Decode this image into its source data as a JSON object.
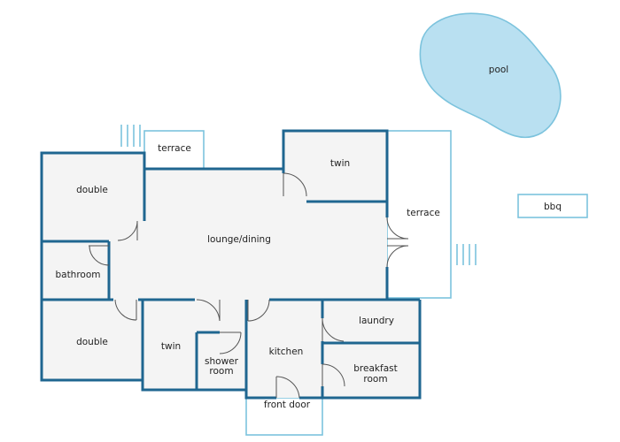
{
  "rooms": {
    "pool": "pool",
    "terrace_top": "terrace",
    "twin_top": "twin",
    "terrace_right": "terrace",
    "bbq": "bbq",
    "double_top": "double",
    "lounge_dining": "lounge/dining",
    "bathroom": "bathroom",
    "double_bottom": "double",
    "twin_bottom": "twin",
    "shower_room_line1": "shower",
    "shower_room_line2": "room",
    "kitchen": "kitchen",
    "laundry": "laundry",
    "breakfast_room_line1": "breakfast",
    "breakfast_room_line2": "room",
    "front_door": "front door"
  },
  "colors": {
    "wall": "#1f6690",
    "outline": "#7cc3dd",
    "pool_fill": "#b9e0f1",
    "room_fill": "#f4f4f4"
  }
}
